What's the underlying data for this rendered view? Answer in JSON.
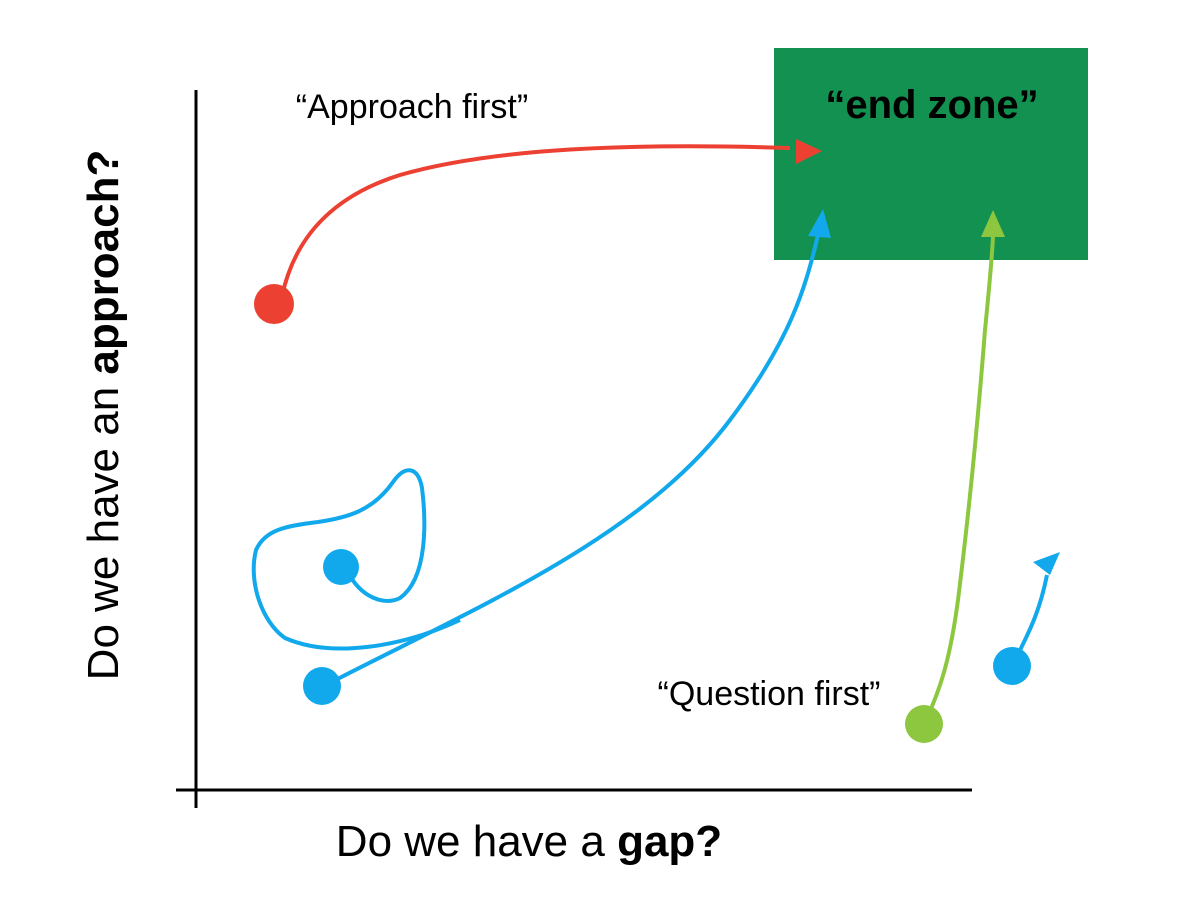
{
  "colors": {
    "background": "#ffffff",
    "axis": "#000000",
    "end_zone_fill": "#129150",
    "approach_first_path": "#ec4132",
    "exploration_path": "#12a9ec",
    "question_first_path": "#8dc73f"
  },
  "axes": {
    "x_label_prefix": "Do we have a ",
    "x_label_bold": "gap?",
    "y_label_prefix": "Do we have an ",
    "y_label_bold": "approach?"
  },
  "end_zone": {
    "label": "“end zone”"
  },
  "annotations": {
    "approach_first": "“Approach first”",
    "question_first": "“Question first”"
  },
  "paths": [
    {
      "name": "approach-first",
      "color_key": "approach_first_path",
      "shape": "arc to end zone"
    },
    {
      "name": "loop",
      "color_key": "exploration_path",
      "shape": "self-loop"
    },
    {
      "name": "gradual",
      "color_key": "exploration_path",
      "shape": "curve to end zone"
    },
    {
      "name": "question-first",
      "color_key": "question_first_path",
      "shape": "straight rise to end zone"
    },
    {
      "name": "short-start",
      "color_key": "exploration_path",
      "shape": "short upward arrow"
    }
  ]
}
